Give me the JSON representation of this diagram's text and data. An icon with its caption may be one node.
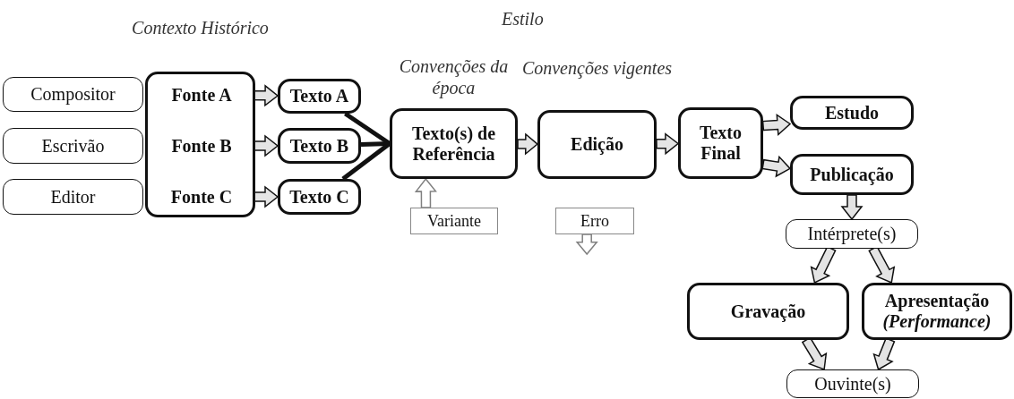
{
  "diagram": {
    "nodes": [
      {
        "text": [
          "Compositor"
        ]
      },
      {
        "text": [
          "Escrivão"
        ]
      },
      {
        "text": [
          "Editor"
        ]
      },
      {
        "text": [
          "Contexto Histórico"
        ]
      },
      {
        "text": [
          "Fonte A"
        ],
        "in": 3
      },
      {
        "text": [
          "Fonte B"
        ],
        "in": 3
      },
      {
        "text": [
          "Fonte C"
        ],
        "in": 3
      },
      {
        "text": [
          "Texto A"
        ]
      },
      {
        "text": [
          "Texto B"
        ]
      },
      {
        "text": [
          "Texto C"
        ]
      },
      {
        "text": [
          "Convenções da época",
          "Texto(s) de Referência"
        ]
      },
      {
        "text": [
          "Convenções vigentes",
          "Edição"
        ]
      },
      {
        "text": [
          "Variante"
        ]
      },
      {
        "text": [
          "Erro"
        ]
      },
      {
        "text": [
          "Texto Final"
        ]
      },
      {
        "text": [
          "Estudo"
        ]
      },
      {
        "text": [
          "Publicação"
        ]
      },
      {
        "text": [
          "Intérprete(s)"
        ]
      },
      {
        "text": [
          "Gravação"
        ]
      },
      {
        "text": [
          "Apresentação",
          "(Performance)"
        ]
      },
      {
        "text": [
          "Ouvinte(s)"
        ]
      }
    ],
    "edges": [
      {
        "from": 4,
        "to": 7,
        "arrow": "to"
      },
      {
        "from": 5,
        "to": 8,
        "arrow": "to"
      },
      {
        "from": 6,
        "to": 9,
        "arrow": "to"
      },
      {
        "from": 7,
        "to": 10,
        "arrow": "none"
      },
      {
        "from": 8,
        "to": 10,
        "arrow": "none"
      },
      {
        "from": 9,
        "to": 10,
        "arrow": "none"
      },
      {
        "from": 12,
        "to": 10,
        "arrow": "to",
        "color": "#808080"
      },
      {
        "from": 10,
        "to": 11,
        "arrow": "to"
      },
      {
        "from": 13,
        "to": null,
        "arrow": "to",
        "color": "#808080"
      },
      {
        "from": 11,
        "to": 14,
        "arrow": "to"
      },
      {
        "from": 14,
        "to": 15,
        "arrow": "to"
      },
      {
        "from": 14,
        "to": 16,
        "arrow": "to"
      },
      {
        "from": 16,
        "to": 17,
        "arrow": "to"
      },
      {
        "from": 17,
        "to": 18,
        "arrow": "to"
      },
      {
        "from": 17,
        "to": 19,
        "arrow": "to"
      },
      {
        "from": 18,
        "to": 20,
        "arrow": "to"
      },
      {
        "from": 19,
        "to": 20,
        "arrow": "to"
      }
    ],
    "labels": [
      "Estilo"
    ]
  }
}
